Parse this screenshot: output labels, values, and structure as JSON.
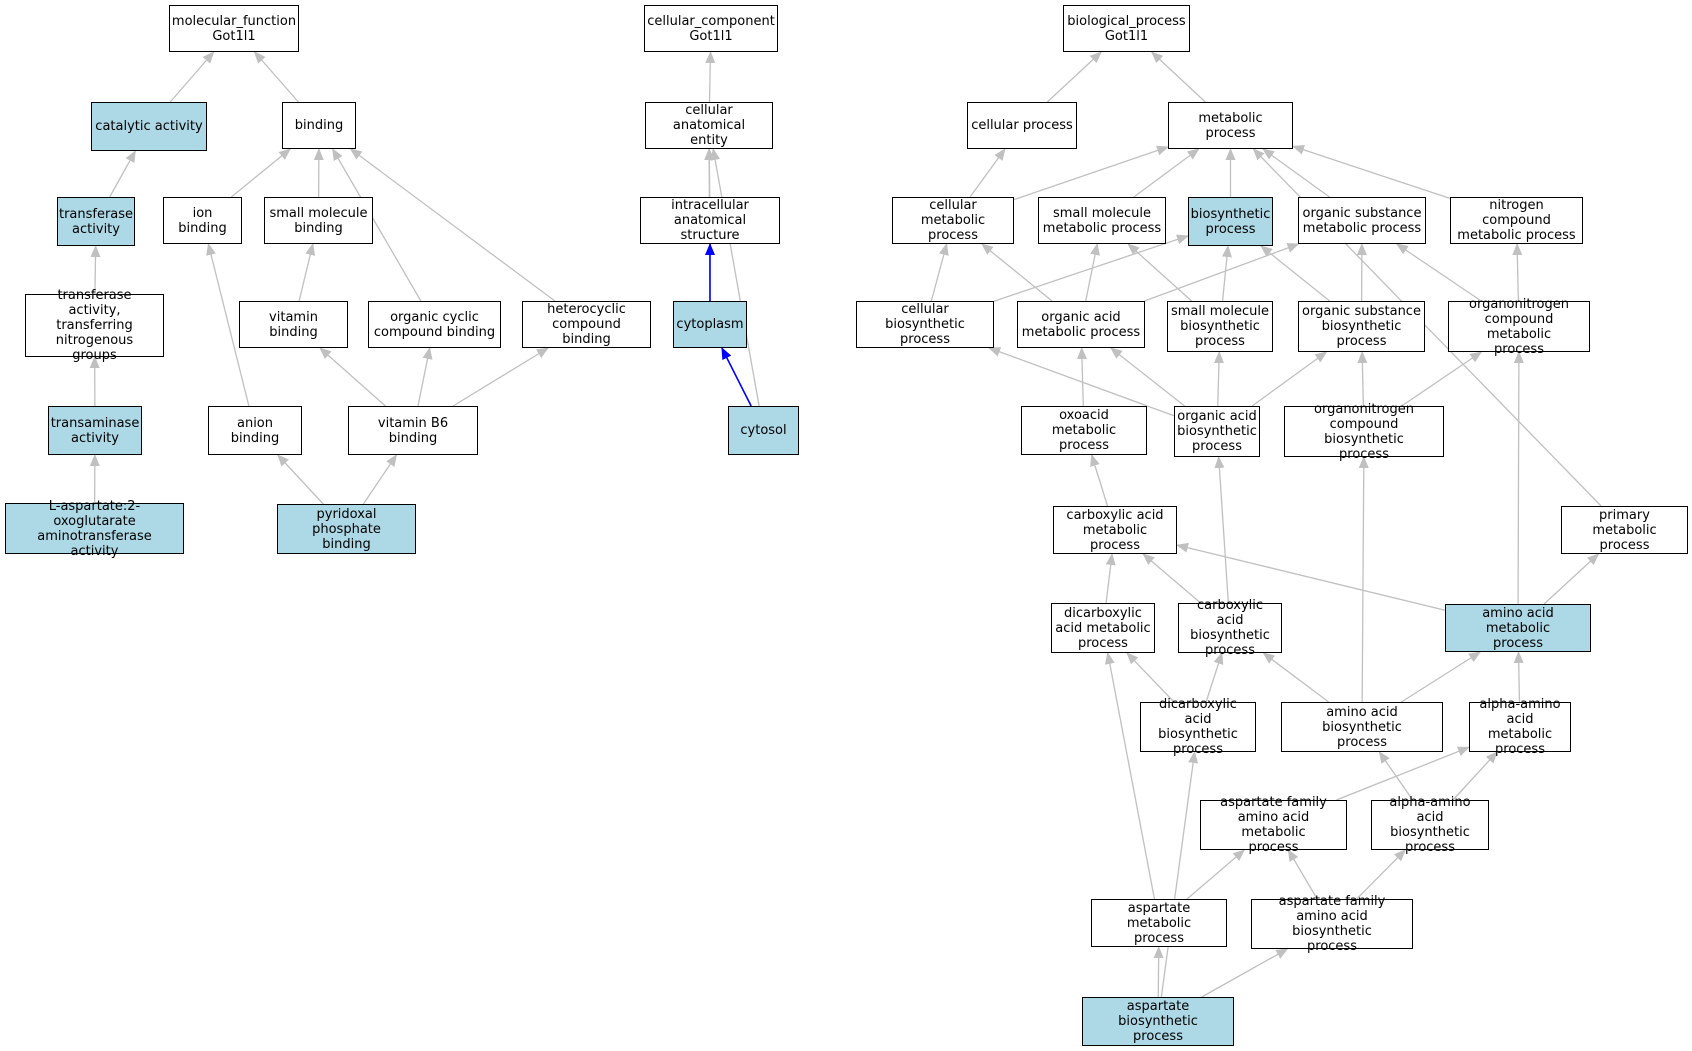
{
  "colors": {
    "highlight_fill": "#add8e6",
    "edge": "#c0c0c0",
    "edge_highlight": "#0000ff",
    "border": "#000000"
  },
  "nodes": {
    "mf_root": {
      "label": "molecular_function\nGot1l1",
      "highlighted": false
    },
    "catalytic": {
      "label": "catalytic activity",
      "highlighted": true
    },
    "binding": {
      "label": "binding",
      "highlighted": false
    },
    "transferase": {
      "label": "transferase\nactivity",
      "highlighted": true
    },
    "ion_binding": {
      "label": "ion binding",
      "highlighted": false
    },
    "small_mol_binding": {
      "label": "small molecule\nbinding",
      "highlighted": false
    },
    "transf_nitro": {
      "label": "transferase\nactivity, transferring\nnitrogenous\ngroups",
      "highlighted": false
    },
    "vitamin_binding": {
      "label": "vitamin binding",
      "highlighted": false
    },
    "org_cyclic": {
      "label": "organic cyclic\ncompound binding",
      "highlighted": false
    },
    "heterocyclic": {
      "label": "heterocyclic\ncompound binding",
      "highlighted": false
    },
    "transaminase": {
      "label": "transaminase\nactivity",
      "highlighted": true
    },
    "anion_binding": {
      "label": "anion binding",
      "highlighted": false
    },
    "vb6_binding": {
      "label": "vitamin B6 binding",
      "highlighted": false
    },
    "l_asp": {
      "label": "L-aspartate:2-oxoglutarate\naminotransferase\nactivity",
      "highlighted": true
    },
    "plp_binding": {
      "label": "pyridoxal phosphate\nbinding",
      "highlighted": true
    },
    "cc_root": {
      "label": "cellular_component\nGot1l1",
      "highlighted": false
    },
    "cell_anat": {
      "label": "cellular anatomical\nentity",
      "highlighted": false
    },
    "intracell": {
      "label": "intracellular\nanatomical structure",
      "highlighted": false
    },
    "cytoplasm": {
      "label": "cytoplasm",
      "highlighted": true
    },
    "cytosol": {
      "label": "cytosol",
      "highlighted": true
    },
    "bp_root": {
      "label": "biological_process\nGot1l1",
      "highlighted": false
    },
    "cell_proc": {
      "label": "cellular process",
      "highlighted": false
    },
    "metab": {
      "label": "metabolic process",
      "highlighted": false
    },
    "cell_metab": {
      "label": "cellular metabolic\nprocess",
      "highlighted": false
    },
    "small_mol_metab": {
      "label": "small molecule\nmetabolic process",
      "highlighted": false
    },
    "biosynth": {
      "label": "biosynthetic\nprocess",
      "highlighted": true
    },
    "org_sub_metab": {
      "label": "organic substance\nmetabolic process",
      "highlighted": false
    },
    "nitro_metab": {
      "label": "nitrogen compound\nmetabolic process",
      "highlighted": false
    },
    "cell_biosynth": {
      "label": "cellular biosynthetic\nprocess",
      "highlighted": false
    },
    "org_acid_metab": {
      "label": "organic acid\nmetabolic process",
      "highlighted": false
    },
    "small_mol_biosynth": {
      "label": "small molecule\nbiosynthetic\nprocess",
      "highlighted": false
    },
    "org_sub_biosynth": {
      "label": "organic substance\nbiosynthetic\nprocess",
      "highlighted": false
    },
    "organonitro_metab": {
      "label": "organonitrogen\ncompound metabolic\nprocess",
      "highlighted": false
    },
    "oxoacid": {
      "label": "oxoacid metabolic\nprocess",
      "highlighted": false
    },
    "org_acid_biosynth": {
      "label": "organic acid\nbiosynthetic\nprocess",
      "highlighted": false
    },
    "organonitro_biosynth": {
      "label": "organonitrogen\ncompound biosynthetic\nprocess",
      "highlighted": false
    },
    "carbox_metab": {
      "label": "carboxylic acid\nmetabolic process",
      "highlighted": false
    },
    "primary_metab": {
      "label": "primary metabolic\nprocess",
      "highlighted": false
    },
    "dicarbox_metab": {
      "label": "dicarboxylic\nacid metabolic\nprocess",
      "highlighted": false
    },
    "carbox_biosynth": {
      "label": "carboxylic acid\nbiosynthetic\nprocess",
      "highlighted": false
    },
    "aa_metab": {
      "label": "amino acid metabolic\nprocess",
      "highlighted": true
    },
    "dicarbox_biosynth": {
      "label": "dicarboxylic\nacid biosynthetic\nprocess",
      "highlighted": false
    },
    "aa_biosynth": {
      "label": "amino acid biosynthetic\nprocess",
      "highlighted": false
    },
    "alpha_aa_metab": {
      "label": "alpha-amino\nacid metabolic\nprocess",
      "highlighted": false
    },
    "asp_fam_metab": {
      "label": "aspartate family\namino acid metabolic\nprocess",
      "highlighted": false
    },
    "alpha_aa_biosynth": {
      "label": "alpha-amino\nacid biosynthetic\nprocess",
      "highlighted": false
    },
    "asp_metab": {
      "label": "aspartate metabolic\nprocess",
      "highlighted": false
    },
    "asp_fam_biosynth": {
      "label": "aspartate family\namino acid biosynthetic\nprocess",
      "highlighted": false
    },
    "asp_biosynth": {
      "label": "aspartate biosynthetic\nprocess",
      "highlighted": true
    }
  },
  "edges": [
    {
      "from": "catalytic",
      "to": "mf_root"
    },
    {
      "from": "binding",
      "to": "mf_root"
    },
    {
      "from": "transferase",
      "to": "catalytic"
    },
    {
      "from": "ion_binding",
      "to": "binding"
    },
    {
      "from": "small_mol_binding",
      "to": "binding"
    },
    {
      "from": "org_cyclic",
      "to": "binding"
    },
    {
      "from": "heterocyclic",
      "to": "binding"
    },
    {
      "from": "transf_nitro",
      "to": "transferase"
    },
    {
      "from": "vitamin_binding",
      "to": "small_mol_binding"
    },
    {
      "from": "transaminase",
      "to": "transf_nitro"
    },
    {
      "from": "anion_binding",
      "to": "ion_binding"
    },
    {
      "from": "vb6_binding",
      "to": "vitamin_binding"
    },
    {
      "from": "vb6_binding",
      "to": "org_cyclic"
    },
    {
      "from": "vb6_binding",
      "to": "heterocyclic"
    },
    {
      "from": "l_asp",
      "to": "transaminase"
    },
    {
      "from": "plp_binding",
      "to": "anion_binding"
    },
    {
      "from": "plp_binding",
      "to": "vb6_binding"
    },
    {
      "from": "cell_anat",
      "to": "cc_root"
    },
    {
      "from": "intracell",
      "to": "cell_anat"
    },
    {
      "from": "cytoplasm",
      "to": "cell_anat"
    },
    {
      "from": "cytosol",
      "to": "cell_anat"
    },
    {
      "from": "cytoplasm",
      "to": "intracell",
      "highlighted": true
    },
    {
      "from": "cytosol",
      "to": "cytoplasm",
      "highlighted": true
    },
    {
      "from": "cell_proc",
      "to": "bp_root"
    },
    {
      "from": "metab",
      "to": "bp_root"
    },
    {
      "from": "cell_metab",
      "to": "cell_proc"
    },
    {
      "from": "cell_metab",
      "to": "metab"
    },
    {
      "from": "small_mol_metab",
      "to": "metab"
    },
    {
      "from": "biosynth",
      "to": "metab"
    },
    {
      "from": "org_sub_metab",
      "to": "metab"
    },
    {
      "from": "nitro_metab",
      "to": "metab"
    },
    {
      "from": "primary_metab",
      "to": "metab"
    },
    {
      "from": "cell_biosynth",
      "to": "cell_metab"
    },
    {
      "from": "cell_biosynth",
      "to": "biosynth"
    },
    {
      "from": "org_acid_metab",
      "to": "cell_metab"
    },
    {
      "from": "org_acid_metab",
      "to": "small_mol_metab"
    },
    {
      "from": "org_acid_metab",
      "to": "org_sub_metab"
    },
    {
      "from": "small_mol_biosynth",
      "to": "small_mol_metab"
    },
    {
      "from": "small_mol_biosynth",
      "to": "biosynth"
    },
    {
      "from": "org_sub_biosynth",
      "to": "biosynth"
    },
    {
      "from": "org_sub_biosynth",
      "to": "org_sub_metab"
    },
    {
      "from": "organonitro_metab",
      "to": "org_sub_metab"
    },
    {
      "from": "organonitro_metab",
      "to": "nitro_metab"
    },
    {
      "from": "oxoacid",
      "to": "org_acid_metab"
    },
    {
      "from": "org_acid_biosynth",
      "to": "cell_biosynth"
    },
    {
      "from": "org_acid_biosynth",
      "to": "org_acid_metab"
    },
    {
      "from": "org_acid_biosynth",
      "to": "small_mol_biosynth"
    },
    {
      "from": "org_acid_biosynth",
      "to": "org_sub_biosynth"
    },
    {
      "from": "organonitro_biosynth",
      "to": "org_sub_biosynth"
    },
    {
      "from": "organonitro_biosynth",
      "to": "organonitro_metab"
    },
    {
      "from": "carbox_metab",
      "to": "oxoacid"
    },
    {
      "from": "dicarbox_metab",
      "to": "carbox_metab"
    },
    {
      "from": "carbox_biosynth",
      "to": "carbox_metab"
    },
    {
      "from": "carbox_biosynth",
      "to": "org_acid_biosynth"
    },
    {
      "from": "aa_metab",
      "to": "carbox_metab"
    },
    {
      "from": "aa_metab",
      "to": "primary_metab"
    },
    {
      "from": "aa_metab",
      "to": "organonitro_metab"
    },
    {
      "from": "dicarbox_biosynth",
      "to": "dicarbox_metab"
    },
    {
      "from": "dicarbox_biosynth",
      "to": "carbox_biosynth"
    },
    {
      "from": "aa_biosynth",
      "to": "carbox_biosynth"
    },
    {
      "from": "aa_biosynth",
      "to": "aa_metab"
    },
    {
      "from": "aa_biosynth",
      "to": "organonitro_biosynth"
    },
    {
      "from": "alpha_aa_metab",
      "to": "aa_metab"
    },
    {
      "from": "asp_fam_metab",
      "to": "alpha_aa_metab"
    },
    {
      "from": "alpha_aa_biosynth",
      "to": "aa_biosynth"
    },
    {
      "from": "alpha_aa_biosynth",
      "to": "alpha_aa_metab"
    },
    {
      "from": "asp_metab",
      "to": "dicarbox_metab"
    },
    {
      "from": "asp_metab",
      "to": "asp_fam_metab"
    },
    {
      "from": "asp_fam_biosynth",
      "to": "asp_fam_metab"
    },
    {
      "from": "asp_fam_biosynth",
      "to": "alpha_aa_biosynth"
    },
    {
      "from": "asp_biosynth",
      "to": "dicarbox_biosynth"
    },
    {
      "from": "asp_biosynth",
      "to": "asp_metab"
    },
    {
      "from": "asp_biosynth",
      "to": "asp_fam_biosynth"
    }
  ]
}
